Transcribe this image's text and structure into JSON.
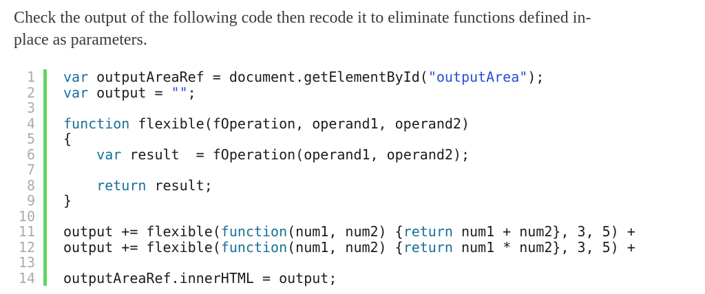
{
  "instruction": {
    "line1": "Check the output of the following code then recode it to eliminate functions defined in-",
    "line2": "place as parameters.",
    "full_text": "Check the output of the following code then recode it to eliminate functions defined in-place as parameters."
  },
  "code": {
    "language": "javascript",
    "colors": {
      "keyword": "#17709b",
      "string": "#2a4cd5",
      "text": "#1c1c1c",
      "line_number": "#ababab",
      "gutter_border": "#5ed75e"
    },
    "lines": [
      {
        "number": "1",
        "tokens": [
          {
            "type": "keyword",
            "text": "var"
          },
          {
            "type": "plain",
            "text": " outputAreaRef = document.getElementById("
          },
          {
            "type": "string",
            "text": "\"outputArea\""
          },
          {
            "type": "plain",
            "text": ");"
          }
        ]
      },
      {
        "number": "2",
        "tokens": [
          {
            "type": "keyword",
            "text": "var"
          },
          {
            "type": "plain",
            "text": " output = "
          },
          {
            "type": "string",
            "text": "\"\""
          },
          {
            "type": "plain",
            "text": ";"
          }
        ]
      },
      {
        "number": "3",
        "tokens": []
      },
      {
        "number": "4",
        "tokens": [
          {
            "type": "keyword",
            "text": "function"
          },
          {
            "type": "plain",
            "text": " flexible(fOperation, operand1, operand2)"
          }
        ]
      },
      {
        "number": "5",
        "tokens": [
          {
            "type": "plain",
            "text": "{"
          }
        ]
      },
      {
        "number": "6",
        "tokens": [
          {
            "type": "plain",
            "text": "    "
          },
          {
            "type": "keyword",
            "text": "var"
          },
          {
            "type": "plain",
            "text": " result  = fOperation(operand1, operand2);"
          }
        ]
      },
      {
        "number": "7",
        "tokens": []
      },
      {
        "number": "8",
        "tokens": [
          {
            "type": "plain",
            "text": "    "
          },
          {
            "type": "keyword",
            "text": "return"
          },
          {
            "type": "plain",
            "text": " result;"
          }
        ]
      },
      {
        "number": "9",
        "tokens": [
          {
            "type": "plain",
            "text": "}"
          }
        ]
      },
      {
        "number": "10",
        "tokens": []
      },
      {
        "number": "11",
        "tokens": [
          {
            "type": "plain",
            "text": "output += flexible("
          },
          {
            "type": "keyword",
            "text": "function"
          },
          {
            "type": "plain",
            "text": "(num1, num2) {"
          },
          {
            "type": "keyword",
            "text": "return"
          },
          {
            "type": "plain",
            "text": " num1 + num2}, 3, 5) +"
          }
        ]
      },
      {
        "number": "12",
        "tokens": [
          {
            "type": "plain",
            "text": "output += flexible("
          },
          {
            "type": "keyword",
            "text": "function"
          },
          {
            "type": "plain",
            "text": "(num1, num2) {"
          },
          {
            "type": "keyword",
            "text": "return"
          },
          {
            "type": "plain",
            "text": " num1 * num2}, 3, 5) +"
          }
        ]
      },
      {
        "number": "13",
        "tokens": []
      },
      {
        "number": "14",
        "tokens": [
          {
            "type": "plain",
            "text": "outputAreaRef.innerHTML = output;"
          }
        ]
      }
    ]
  }
}
